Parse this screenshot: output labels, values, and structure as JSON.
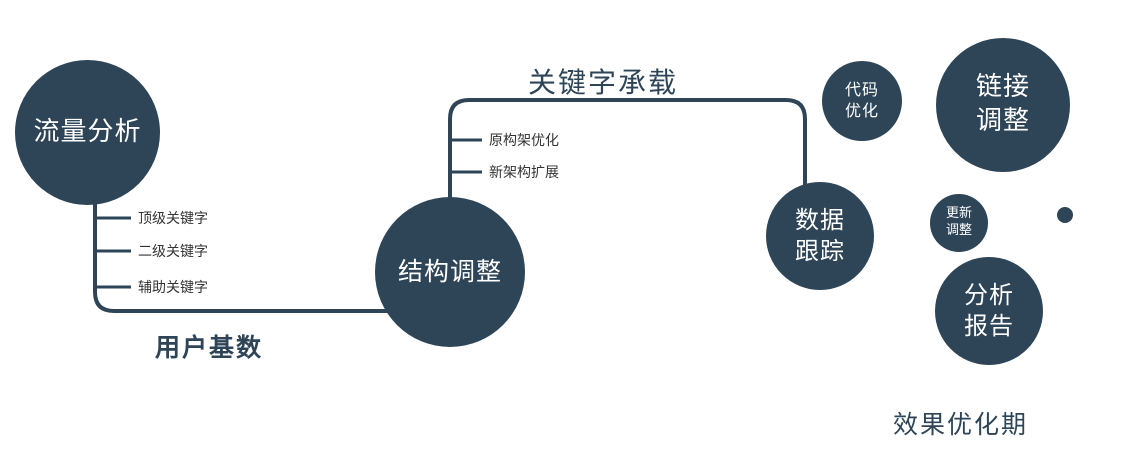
{
  "colors": {
    "primary": "#2e4557",
    "background": "#ffffff",
    "node_text": "#ffffff",
    "branch_text": "#333333"
  },
  "nodes": {
    "traffic_analysis": {
      "label": "流量分析"
    },
    "structure_adjustment": {
      "label": "结构调整"
    },
    "data_tracking": {
      "label": "数据\n跟踪"
    },
    "code_optimization": {
      "label": "代码\n优化"
    },
    "link_adjustment": {
      "label": "链接\n调整"
    },
    "update_adjustment": {
      "label": "更新\n调整"
    },
    "analysis_report": {
      "label": "分析\n报告"
    }
  },
  "branches": {
    "keywords": [
      "顶级关键字",
      "二级关键字",
      "辅助关键字"
    ],
    "architecture": [
      "原构架优化",
      "新架构扩展"
    ]
  },
  "labels": {
    "user_base": "用户基数",
    "keyword_carry": "关键字承载",
    "effect_period": "效果优化期"
  }
}
